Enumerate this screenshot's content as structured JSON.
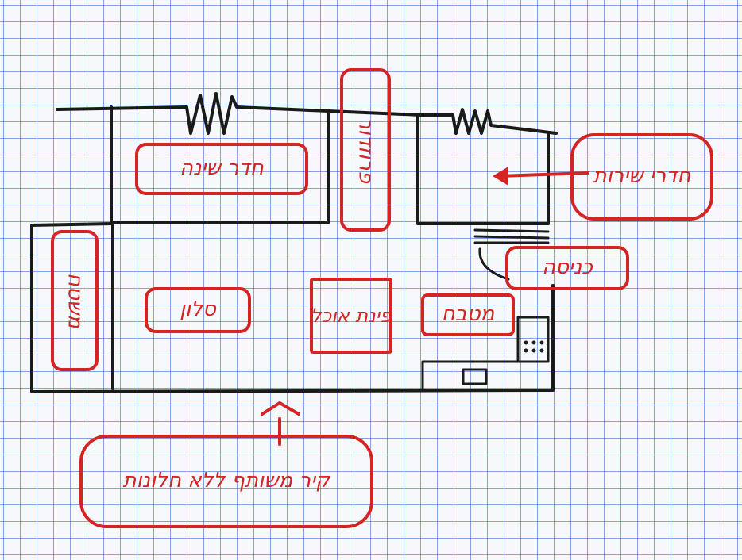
{
  "colors": {
    "ink": "#1a1a1a",
    "red": "#d42424",
    "grid": "#3a6ad0"
  },
  "labels": {
    "bedroom": "חדר שינה",
    "corridor": "פרוזדור",
    "service_rooms": "חדרי שירות",
    "entrance": "כניסה",
    "laundry": "משטח",
    "living_room": "סלון",
    "dining_corner": "פינת אוכל",
    "kitchen": "מטבח",
    "window_wall": "קיר משותף ללא חלונות"
  }
}
